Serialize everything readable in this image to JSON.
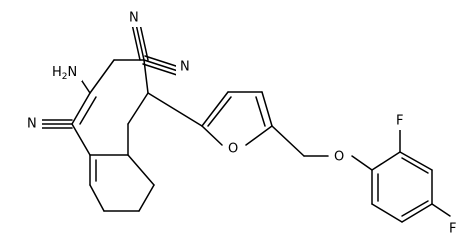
{
  "molecule": {
    "atoms": [
      {
        "key": "nh2",
        "label": "H2N",
        "parts": [
          "H",
          "2",
          "N"
        ]
      },
      {
        "key": "cn1_n",
        "label": "N"
      },
      {
        "key": "cn2_n",
        "label": "N"
      },
      {
        "key": "cn3_n",
        "label": "N"
      },
      {
        "key": "furan_o",
        "label": "O"
      },
      {
        "key": "ether_o",
        "label": "O"
      },
      {
        "key": "f1",
        "label": "F"
      },
      {
        "key": "f2",
        "label": "F"
      }
    ]
  }
}
